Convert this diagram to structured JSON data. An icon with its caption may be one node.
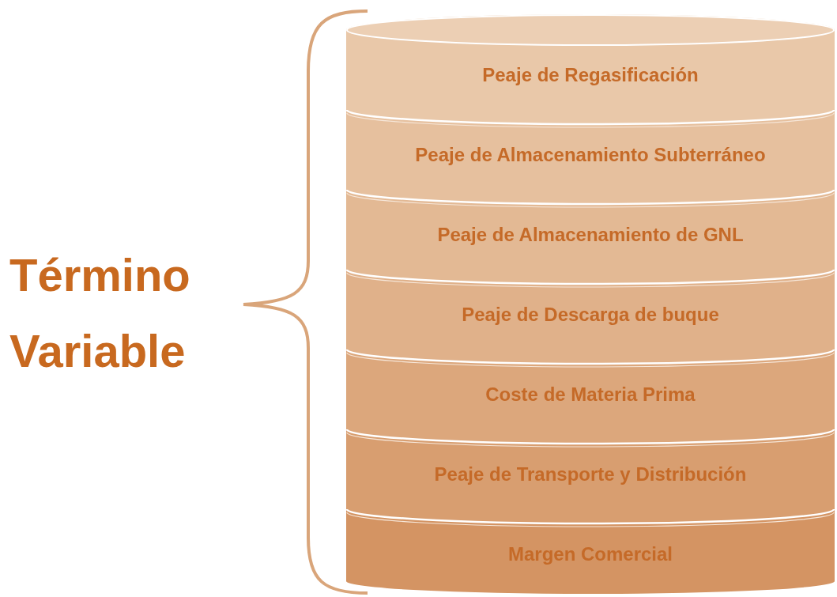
{
  "diagram": {
    "nodes": [
      {
        "text": [
          "Peaje de Regasificación"
        ]
      },
      {
        "text": [
          "Peaje de Almacenamiento Subterráneo"
        ]
      },
      {
        "text": [
          "Peaje de Almacenamiento de GNL"
        ]
      },
      {
        "text": [
          "Peaje de Descarga de buque"
        ]
      },
      {
        "text": [
          "Coste de Materia Prima"
        ]
      },
      {
        "text": [
          "Peaje de Transporte y Distribución"
        ]
      },
      {
        "text": [
          "Margen Comercial"
        ]
      }
    ],
    "labels": [
      "Término Variable"
    ]
  }
}
